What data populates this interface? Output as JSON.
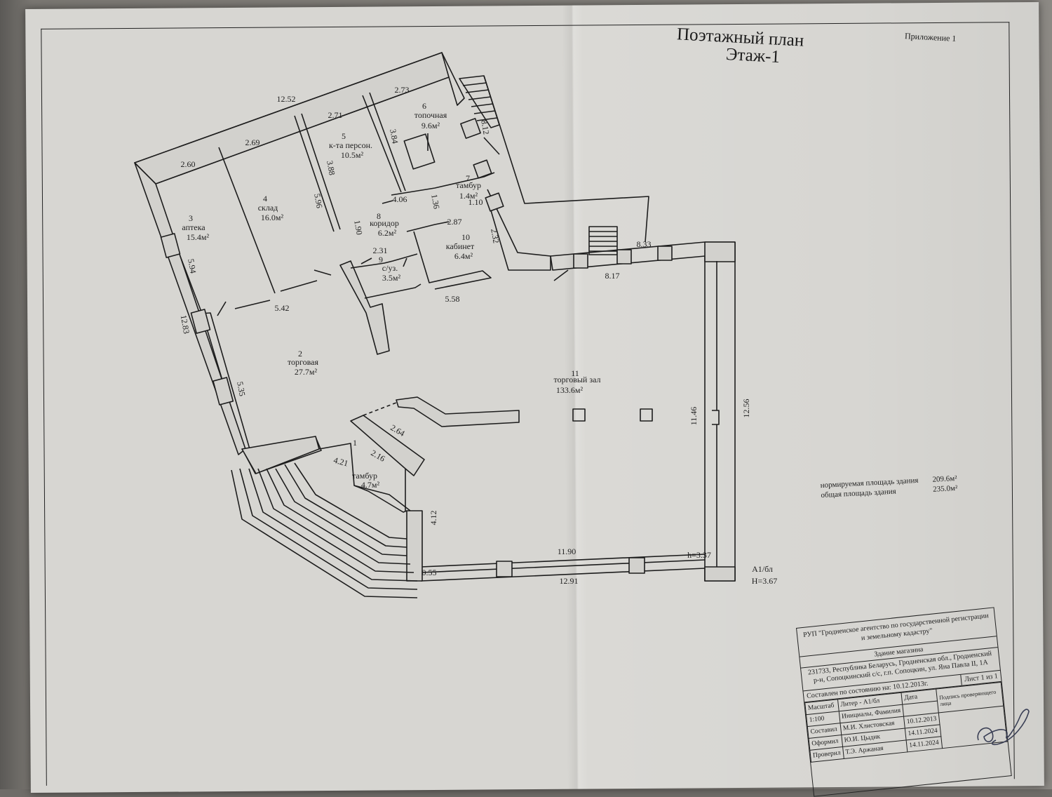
{
  "header": {
    "title_line1": "Поэтажный план",
    "title_line2": "Этаж-1",
    "appendix": "Приложение 1"
  },
  "rooms": [
    {
      "num": "1",
      "name": "тамбур",
      "area": "4.7м²"
    },
    {
      "num": "2",
      "name": "торговая",
      "area": "27.7м²"
    },
    {
      "num": "3",
      "name": "аптека",
      "area": "15.4м²"
    },
    {
      "num": "4",
      "name": "склад",
      "area": "16.0м²"
    },
    {
      "num": "5",
      "name": "к-та персон.",
      "area": "10.5м²"
    },
    {
      "num": "6",
      "name": "топочная",
      "area": "9.6м²"
    },
    {
      "num": "7",
      "name": "тамбур",
      "area": "1.4м²"
    },
    {
      "num": "8",
      "name": "коридор",
      "area": "6.2м²"
    },
    {
      "num": "9",
      "name": "с/уз.",
      "area": "3.5м²"
    },
    {
      "num": "10",
      "name": "кабинет",
      "area": "6.4м²"
    },
    {
      "num": "11",
      "name": "торговый зал",
      "area": "133.6м²"
    }
  ],
  "dimensions": {
    "d12_52": "12.52",
    "d2_71": "2.71",
    "d2_73": "2.73",
    "d2_60": "2.60",
    "d2_69": "2.69",
    "d3_84": "3.84",
    "d3_88": "3.88",
    "d5_96": "5.96",
    "d8_12": "8.12",
    "d4_06": "4.06",
    "d1_36": "1.36",
    "d1_10": "1.10",
    "d1_90": "1.90",
    "d2_87": "2.87",
    "d2_32": "2.32",
    "d2_31": "2.31",
    "d5_94": "5.94",
    "d5_42": "5.42",
    "d5_58": "5.58",
    "d8_33": "8.33",
    "d8_17": "8.17",
    "d12_83": "12.83",
    "d5_35": "5.35",
    "d2_64": "2.64",
    "d2_16": "2.16",
    "d4_21": "4.21",
    "d4_12": "4.12",
    "d11_46": "11.46",
    "d12_56": "12.56",
    "d11_90": "11.90",
    "d12_91": "12.91",
    "d0_55": "0.55",
    "h_inner": "h=3.37",
    "litera": "А1/бл",
    "h_outer": "Н=3.67"
  },
  "area_info": {
    "norm_label": "нормируемая площадь здания",
    "norm_value": "209.6м²",
    "total_label": "общая площадь здания",
    "total_value": "235.0м²"
  },
  "stamp": {
    "org": "РУП \"Гродненское агентство по государственной регистрации и земельному кадастру\"",
    "building": "Здание магазина",
    "address": "231733, Республика Беларусь, Гродненская обл., Гродненский р-н, Сопоцкинский с/с, г.п. Сопоцкин, ул. Яна Павла II, 1А",
    "state_date": "Составлен по состоянию на: 10.12.2013г.",
    "sheet": "Лист 1 из 1",
    "rows": [
      [
        "Масштаб",
        "Литер - А1/бл",
        "Дата",
        "Подпись проверяющего лица"
      ],
      [
        "1:100",
        "Инициалы, Фамилия",
        "",
        ""
      ],
      [
        "Составил",
        "М.И. Хлистовская",
        "10.12.2013",
        ""
      ],
      [
        "Оформил",
        "Ю.И. Цыдик",
        "14.11.2024",
        ""
      ],
      [
        "Проверил",
        "Т.Э. Аржаная",
        "14.11.2024",
        ""
      ]
    ]
  }
}
